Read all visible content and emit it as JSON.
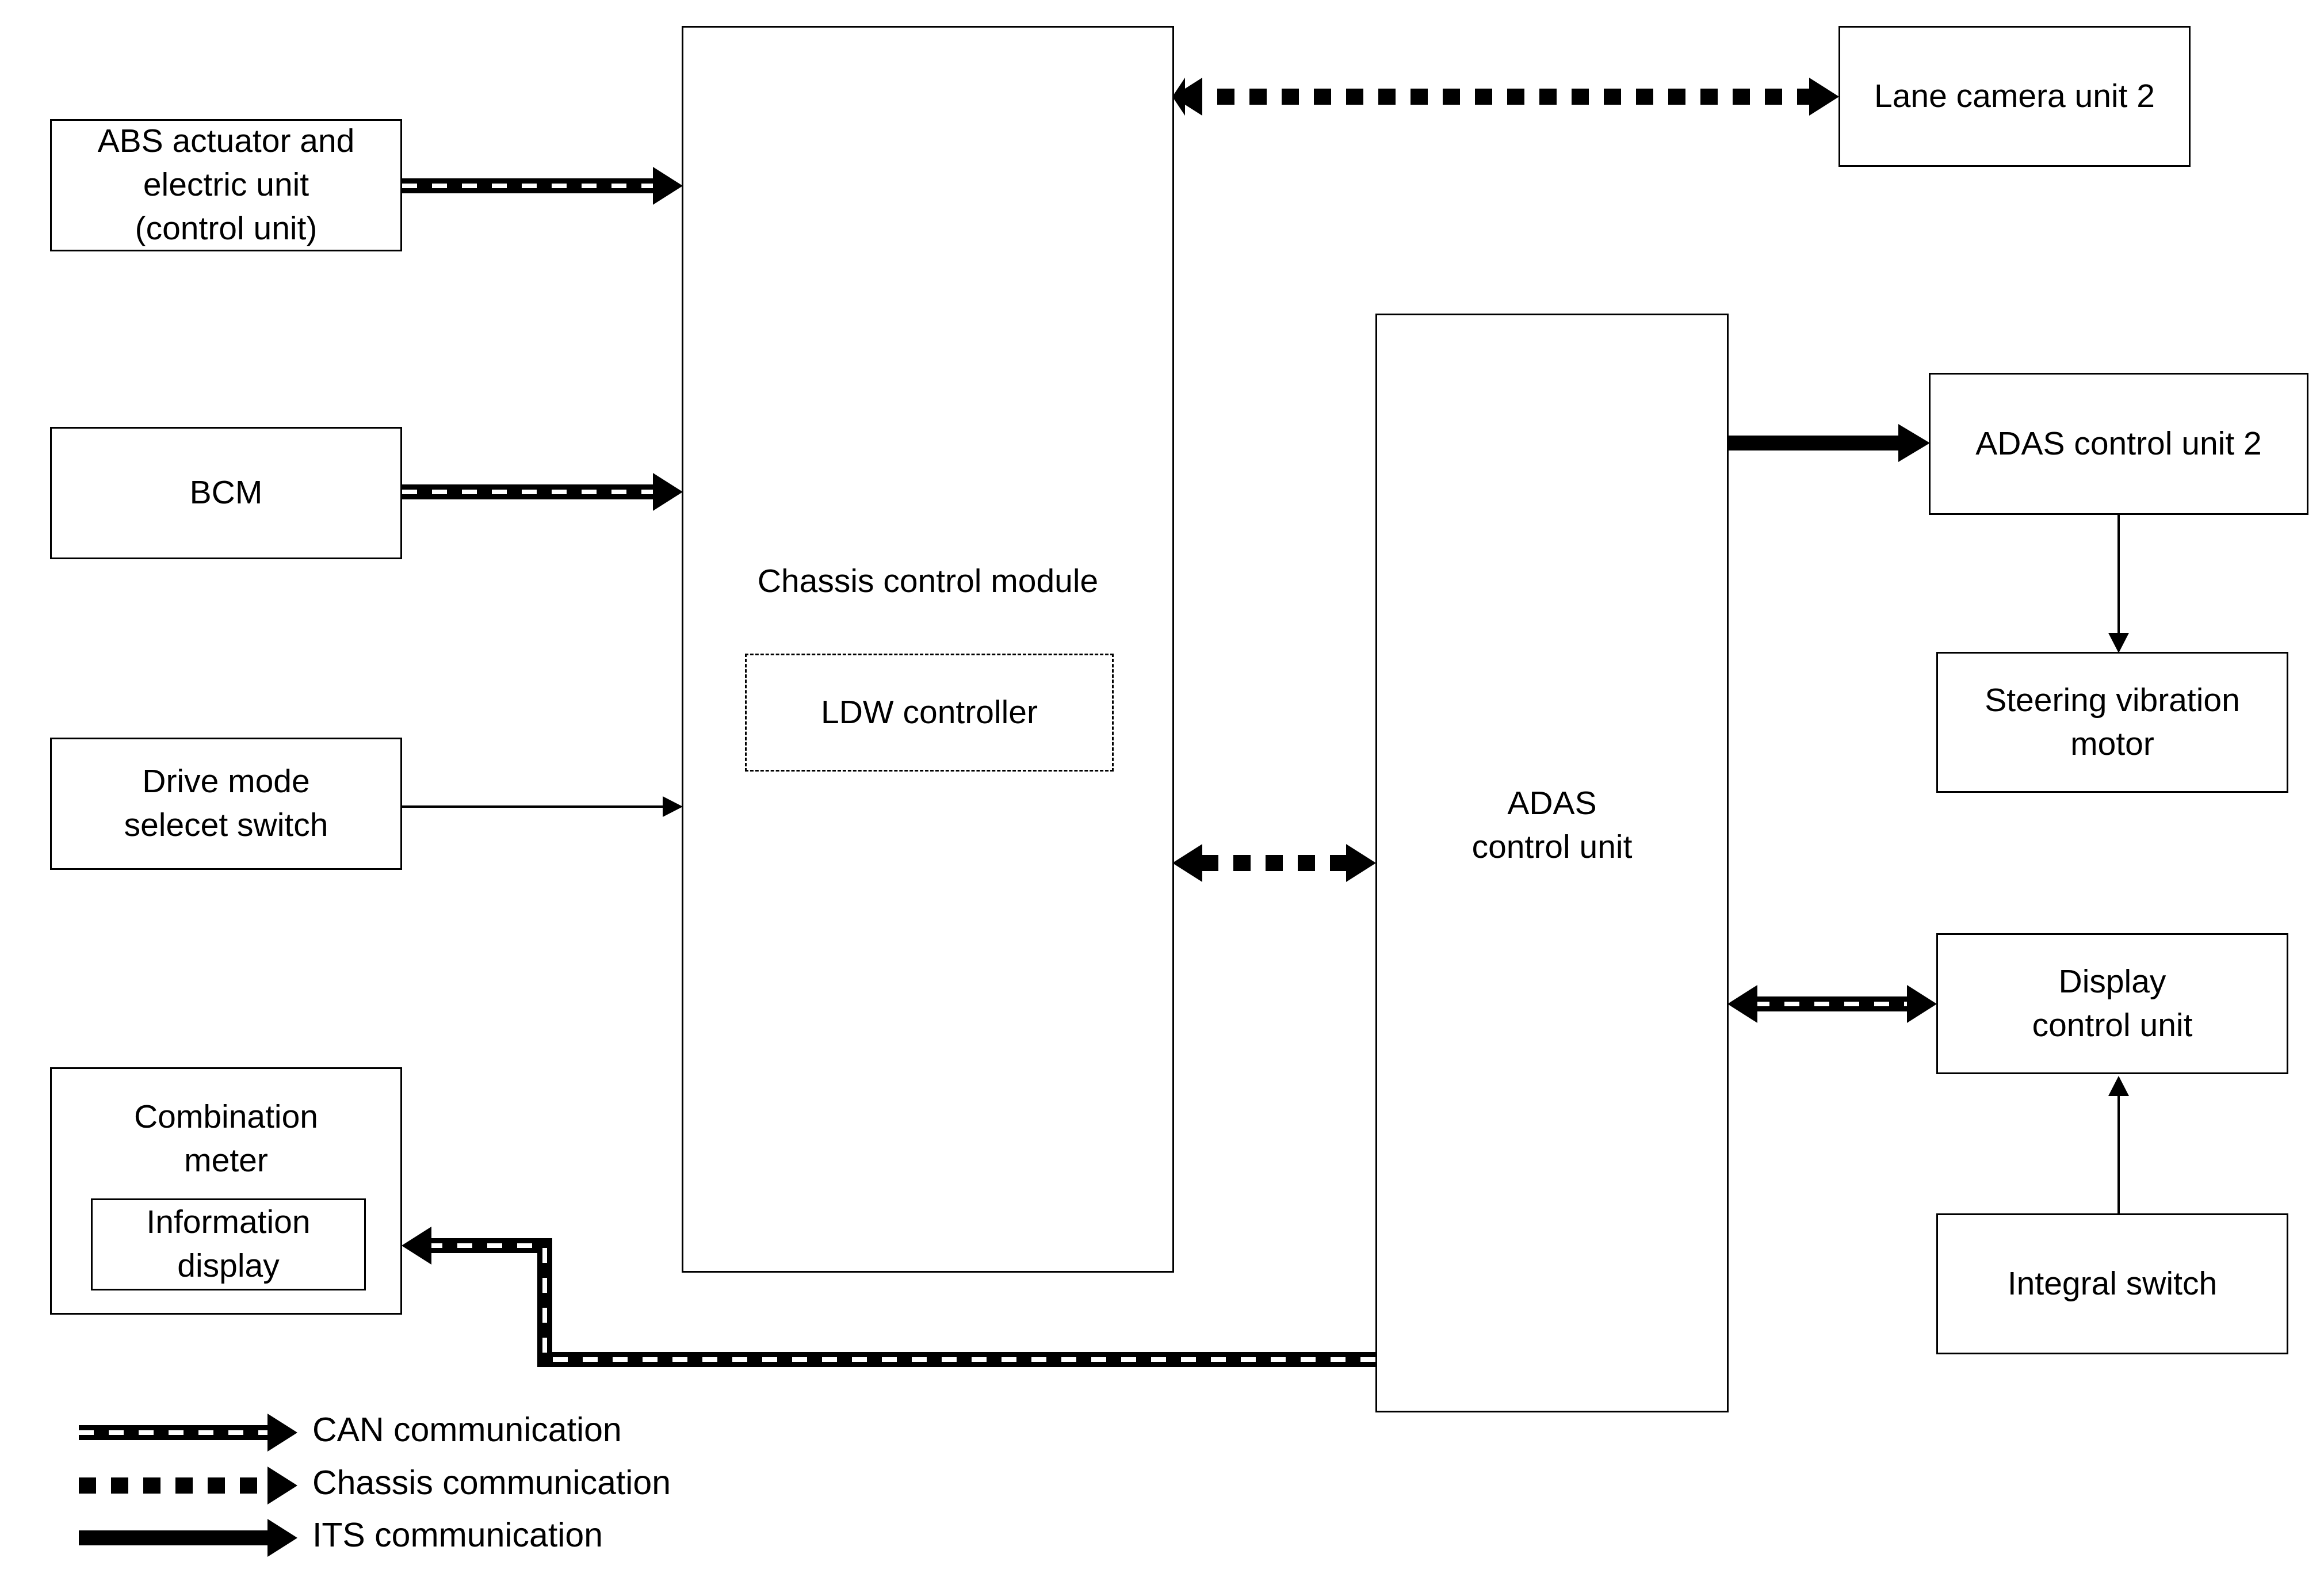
{
  "diagram": {
    "boxes": {
      "abs": "ABS actuator and\nelectric unit\n(control unit)",
      "bcm": "BCM",
      "drive_mode": "Drive mode\nselecet switch",
      "combination_meter": "Combination\nmeter",
      "information_display": "Information\ndisplay",
      "chassis_control_module": "Chassis control module",
      "ldw_controller": "LDW controller",
      "adas_control_unit": "ADAS\ncontrol unit",
      "lane_camera_unit": "Lane camera unit 2",
      "adas_control_unit_2": "ADAS control unit 2",
      "steering_vibration_motor": "Steering vibration\nmotor",
      "display_control_unit": "Display\ncontrol unit",
      "integral_switch": "Integral switch"
    },
    "legend": {
      "can": "CAN communication",
      "chassis": "Chassis communication",
      "its": "ITS communication"
    },
    "connections": [
      {
        "from": "abs",
        "to": "chassis_control_module",
        "type": "can",
        "direction": "one-way"
      },
      {
        "from": "bcm",
        "to": "chassis_control_module",
        "type": "can",
        "direction": "one-way"
      },
      {
        "from": "drive_mode",
        "to": "chassis_control_module",
        "type": "signal",
        "direction": "one-way"
      },
      {
        "from": "chassis_control_module",
        "to": "lane_camera_unit",
        "type": "chassis",
        "direction": "two-way"
      },
      {
        "from": "chassis_control_module",
        "to": "adas_control_unit",
        "type": "chassis",
        "direction": "two-way"
      },
      {
        "from": "adas_control_unit",
        "to": "adas_control_unit_2",
        "type": "its",
        "direction": "one-way"
      },
      {
        "from": "adas_control_unit_2",
        "to": "steering_vibration_motor",
        "type": "signal",
        "direction": "one-way"
      },
      {
        "from": "adas_control_unit",
        "to": "display_control_unit",
        "type": "can",
        "direction": "two-way"
      },
      {
        "from": "integral_switch",
        "to": "display_control_unit",
        "type": "signal",
        "direction": "one-way"
      },
      {
        "from": "adas_control_unit",
        "to": "combination_meter",
        "type": "can",
        "direction": "one-way"
      }
    ]
  }
}
